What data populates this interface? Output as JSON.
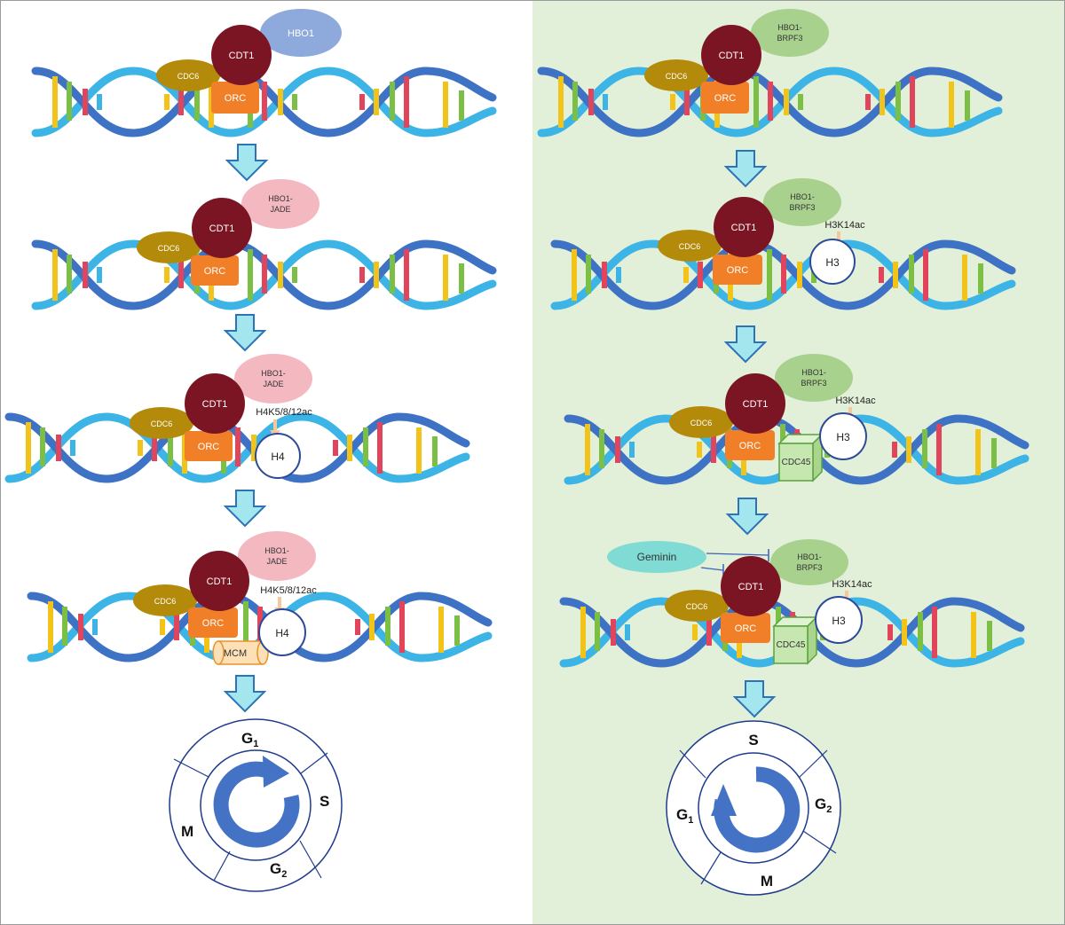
{
  "colors": {
    "left_bg": "#ffffff",
    "right_bg": "#e2efd9",
    "cdt1": "#7b1523",
    "cdc6": "#b38a0a",
    "orc": "#f07f27",
    "hbo1": "#8eaadc",
    "hbo1_jade": "#f4b8c1",
    "hbo1_brpf3": "#a9d18e",
    "geminin": "#7fdbd4",
    "arrow_fill": "#a4e6ee",
    "arrow_stroke": "#2d73b8",
    "acetyl_arrow": "#f6c79a",
    "cdc45_fill": "#c6e7b0",
    "cdc45_stroke": "#5aa33f",
    "mcm_fill": "#fde0b5",
    "mcm_stroke": "#e5932f",
    "helix_dark": "#3e72c4",
    "helix_light": "#3cb4e6",
    "cycle_stroke": "#1f3c8c",
    "cycle_arrow": "#4472c4"
  },
  "labels": {
    "cdt1": "CDT1",
    "cdc6": "CDC6",
    "orc": "ORC",
    "hbo1": "HBO1",
    "hbo1_jade_line1": "HBO1-",
    "hbo1_jade_line2": "JADE",
    "hbo1_brpf3_line1": "HBO1-",
    "hbo1_brpf3_line2": "BRPF3",
    "h4": "H4",
    "h3": "H3",
    "h4_mark": "H4K5/8/12ac",
    "h3_mark": "H3K14ac",
    "mcm": "MCM",
    "cdc45": "CDC45",
    "geminin": "Geminin"
  },
  "cell_cycle": {
    "left": {
      "phase_top": "G",
      "phase_top_sub": "1",
      "phase_right": "S",
      "phase_bottom": "G",
      "phase_bottom_sub": "2",
      "phase_left": "M"
    },
    "right": {
      "phase_top": "S",
      "phase_right": "G",
      "phase_right_sub": "2",
      "phase_left": "G",
      "phase_left_sub": "1",
      "phase_bottom": "M"
    }
  }
}
